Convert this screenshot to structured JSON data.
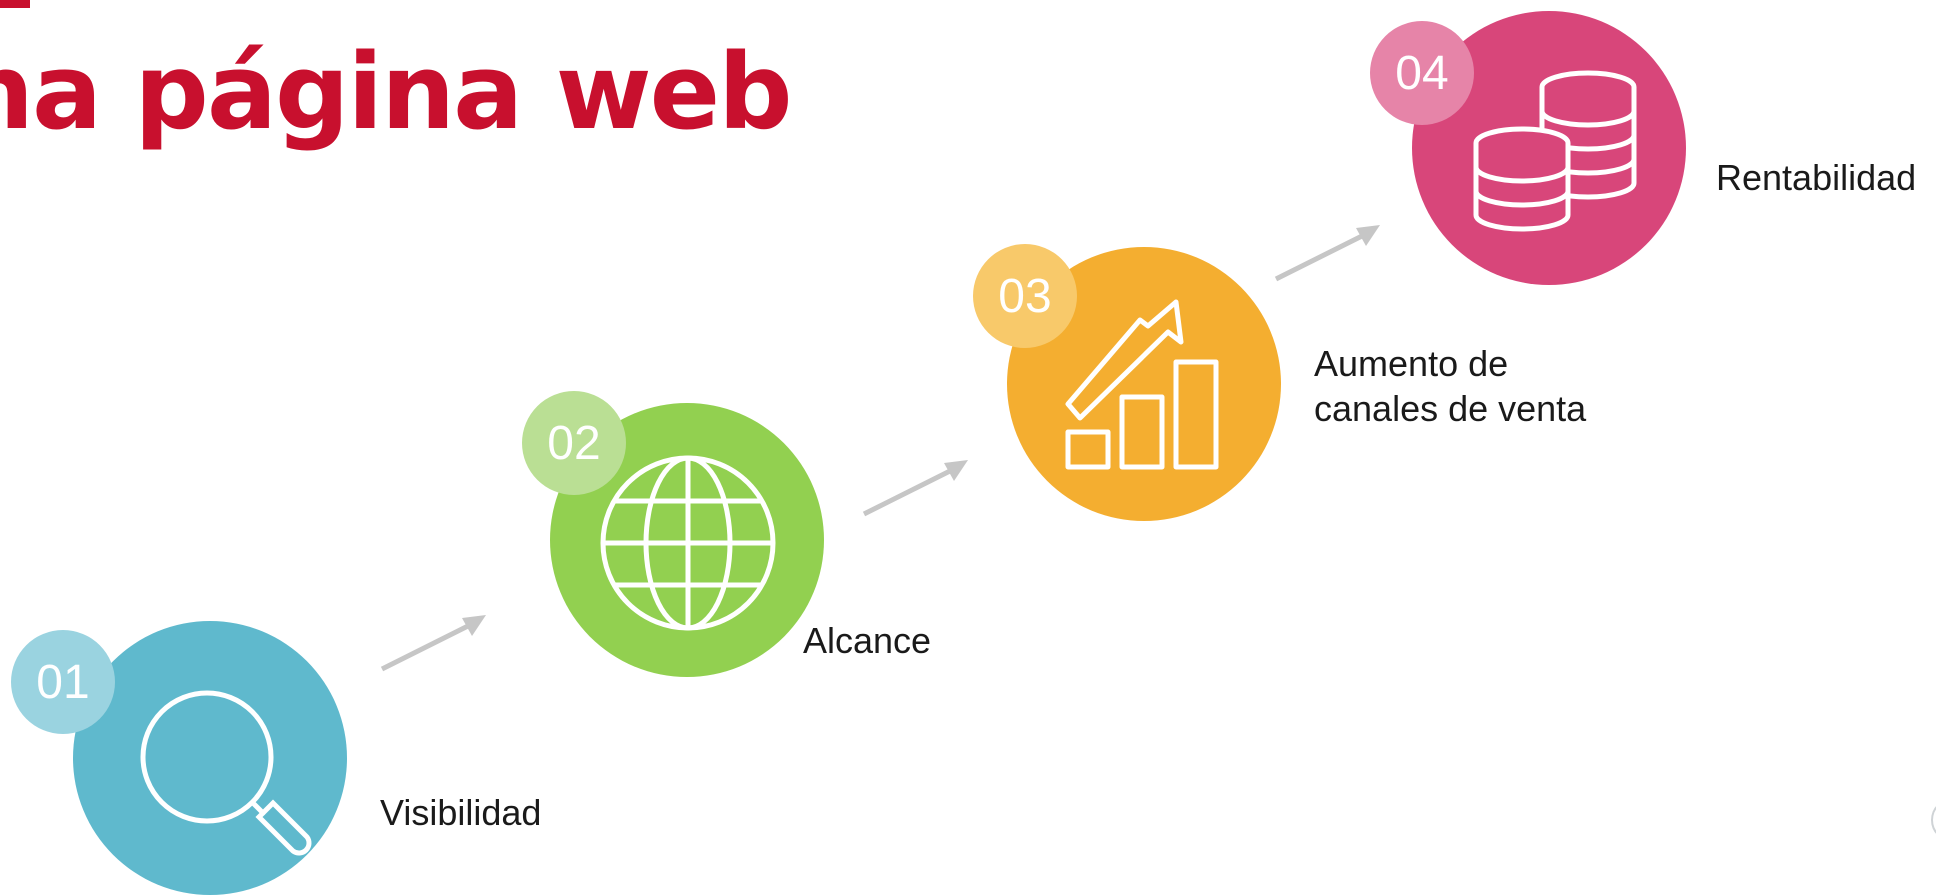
{
  "header": {
    "title": "na página web",
    "title_color": "#c8102e"
  },
  "steps": [
    {
      "number": "01",
      "label": "Visibilidad",
      "icon": "magnifier-icon",
      "color": "#5fb9cd",
      "badge_color": "#9ad3e0"
    },
    {
      "number": "02",
      "label": "Alcance",
      "icon": "globe-icon",
      "color": "#92d050",
      "badge_color": "#badf94"
    },
    {
      "number": "03",
      "label": "Aumento de\ncanales de venta",
      "icon": "growth-chart-icon",
      "color": "#f4ae30",
      "badge_color": "#f8c96a"
    },
    {
      "number": "04",
      "label": "Rentabilidad",
      "icon": "coins-stack-icon",
      "color": "#d8467a",
      "badge_color": "#e684a8"
    }
  ],
  "connector_color": "#c6c6c6"
}
